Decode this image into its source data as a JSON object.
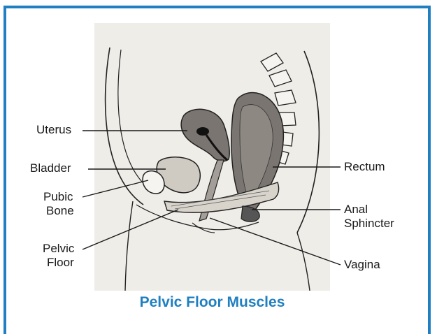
{
  "diagram": {
    "labels": {
      "uterus": "Uterus",
      "bladder": "Bladder",
      "pubic_bone_1": "Pubic",
      "pubic_bone_2": "Bone",
      "pelvic_floor_1": "Pelvic",
      "pelvic_floor_2": "Floor",
      "rectum": "Rectum",
      "anal_sphincter_1": "Anal",
      "anal_sphincter_2": "Sphincter",
      "vagina": "Vagina"
    },
    "caption": "Pelvic Floor Muscles"
  },
  "colors": {
    "frame": "#1f7fc1",
    "caption": "#1f7fc1",
    "art_background": "#efede8",
    "organ_dark": "#7a7570",
    "organ_light": "#cfcac2"
  }
}
